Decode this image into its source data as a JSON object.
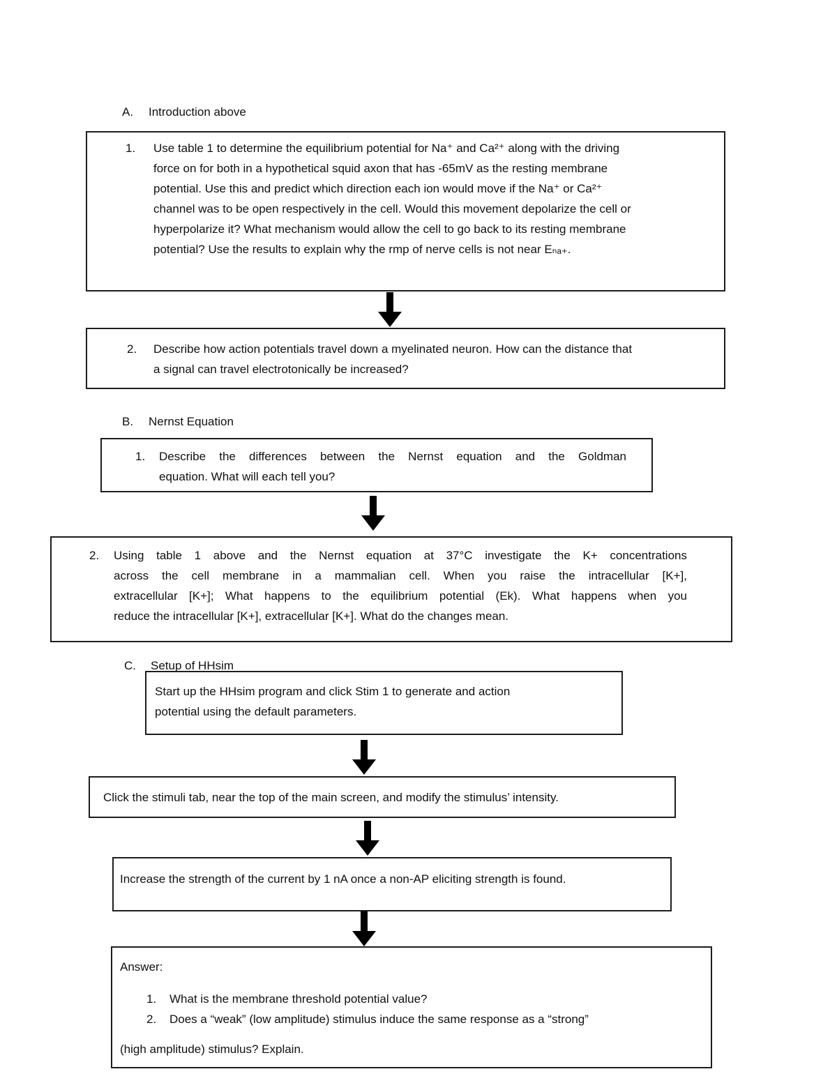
{
  "colors": {
    "background": "#ffffff",
    "text": "#111111",
    "box_border": "#1d1d1d",
    "arrow": "#000000"
  },
  "icons": {
    "flow_arrow": "filled-block-down-arrow"
  },
  "sections": {
    "a": {
      "letter": "A.",
      "title": "Introduction above"
    },
    "b": {
      "letter": "B.",
      "title": "Nernst Equation"
    },
    "c": {
      "letter": "C.",
      "title": "Setup of HHsim"
    }
  },
  "boxes": {
    "a1": {
      "number": "1.",
      "lines": [
        "Use table 1 to determine the equilibrium potential for Na⁺ and Ca²⁺ along with the driving",
        "force on for both in a hypothetical squid axon that has -65mV as the resting membrane",
        "potential. Use this and predict which direction each ion would move if the Na⁺ or Ca²⁺",
        "channel was to be open respectively in the cell. Would this movement depolarize the cell or",
        "hyperpolarize it? What mechanism would allow the cell to go back to its resting membrane",
        "potential? Use the results to explain why the rmp of nerve cells is not near Eₙₐ₊."
      ]
    },
    "a2": {
      "number": "2.",
      "lines": [
        "Describe how action potentials travel down a myelinated neuron. How can the distance that",
        "a signal can travel electrotonically be increased?"
      ]
    },
    "b1": {
      "number": "1.",
      "lines": [
        "Describe the differences between the Nernst equation and the Goldman",
        "equation. What will each tell you?"
      ]
    },
    "b2": {
      "number": "2.",
      "lines": [
        "Using table 1 above and the Nernst equation at 37°C investigate the K+ concentrations",
        "across the cell membrane in a mammalian cell. When you raise the intracellular [K+],",
        "extracellular [K+]; What happens to the equilibrium potential (Ek). What happens when you",
        "reduce the intracellular [K+], extracellular [K+]. What do the changes mean."
      ]
    },
    "c1": {
      "lines": [
        "Start up the HHsim program and click Stim 1 to generate and action",
        "potential using the default parameters."
      ]
    },
    "c2": {
      "text": "Click the stimuli tab, near the top of the main screen, and modify the stimulus’ intensity."
    },
    "c3": {
      "text": "Increase the strength of the current by 1 nA once a non-AP eliciting strength is found."
    },
    "answer": {
      "title": "Answer:",
      "items": [
        {
          "number": "1.",
          "text": "What is the membrane threshold potential value?"
        },
        {
          "number": "2.",
          "text": "Does a “weak” (low amplitude) stimulus induce the same response as a “strong”"
        }
      ],
      "footer": "(high amplitude) stimulus? Explain."
    }
  }
}
